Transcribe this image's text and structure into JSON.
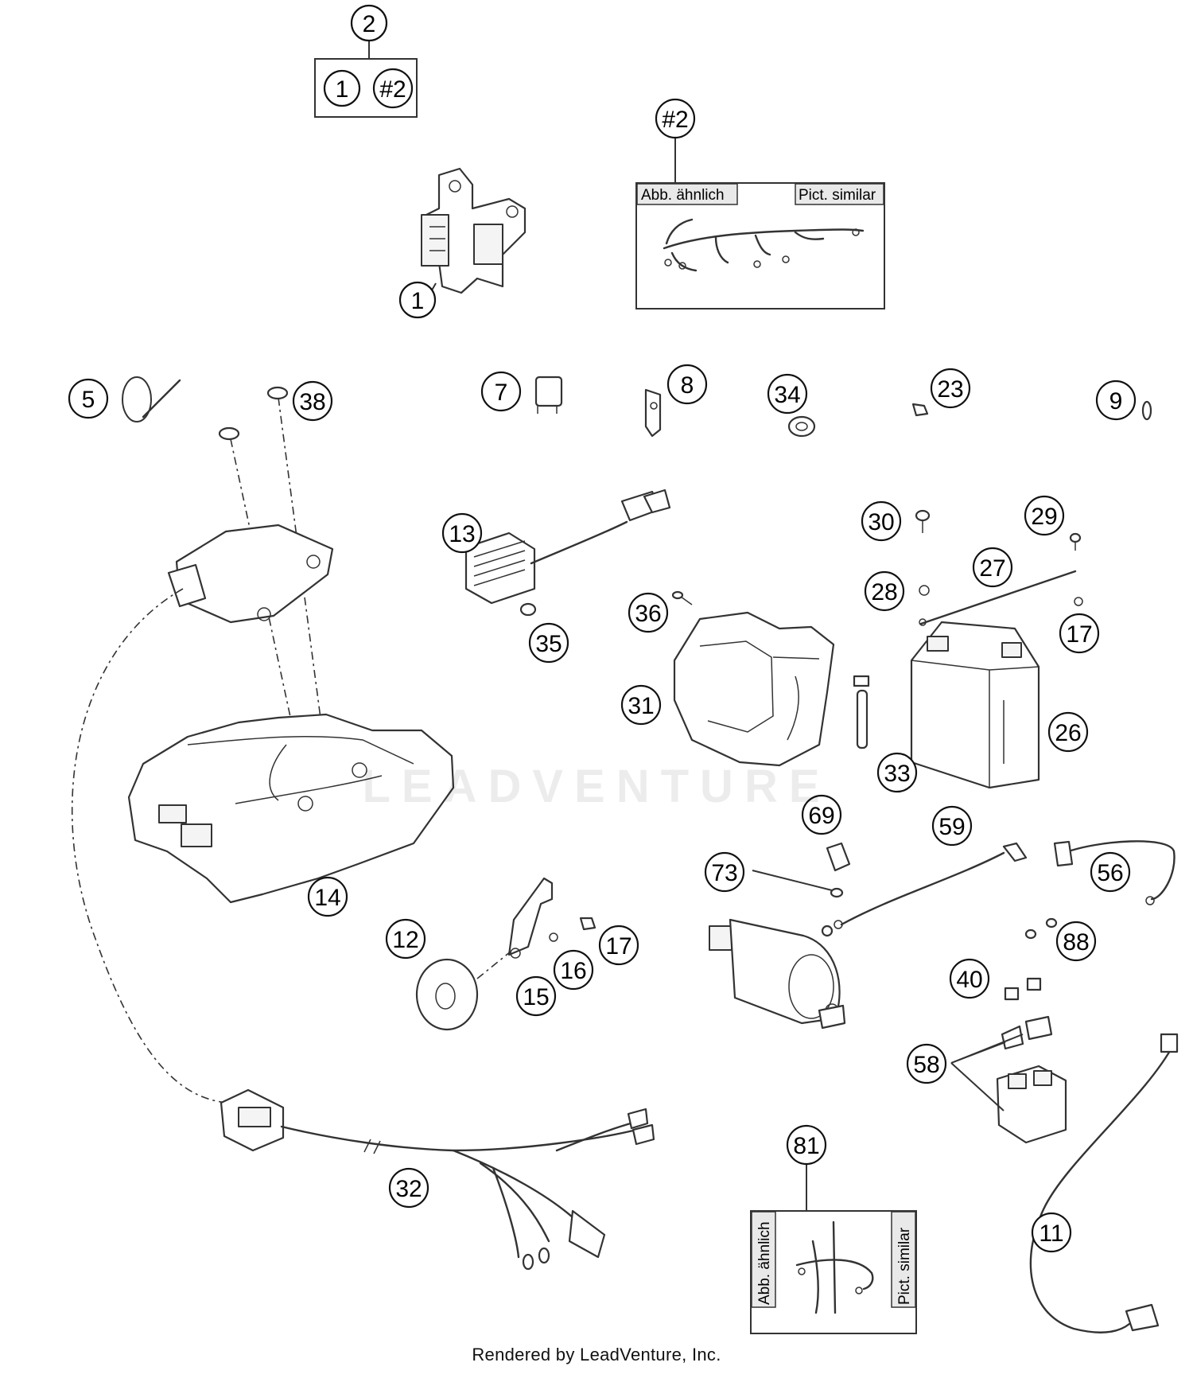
{
  "diagram": {
    "credit": "Rendered by LeadVenture, Inc.",
    "watermark": "LEADVENTURE",
    "kit_box": {
      "parent": "2",
      "contents": [
        "1",
        "#2"
      ]
    },
    "harness_box": {
      "callout": "#2",
      "label_left": "Abb. ähnlich",
      "label_right": "Pict. similar"
    },
    "cable_box": {
      "callout": "81",
      "label_left": "Abb. ähnlich",
      "label_right": "Pict. similar"
    },
    "callouts": [
      "1",
      "5",
      "38",
      "7",
      "8",
      "34",
      "23",
      "9",
      "13",
      "30",
      "29",
      "36",
      "28",
      "27",
      "35",
      "17",
      "31",
      "26",
      "33",
      "14",
      "69",
      "59",
      "73",
      "56",
      "12",
      "17",
      "16",
      "15",
      "88",
      "40",
      "58",
      "32",
      "11"
    ]
  }
}
